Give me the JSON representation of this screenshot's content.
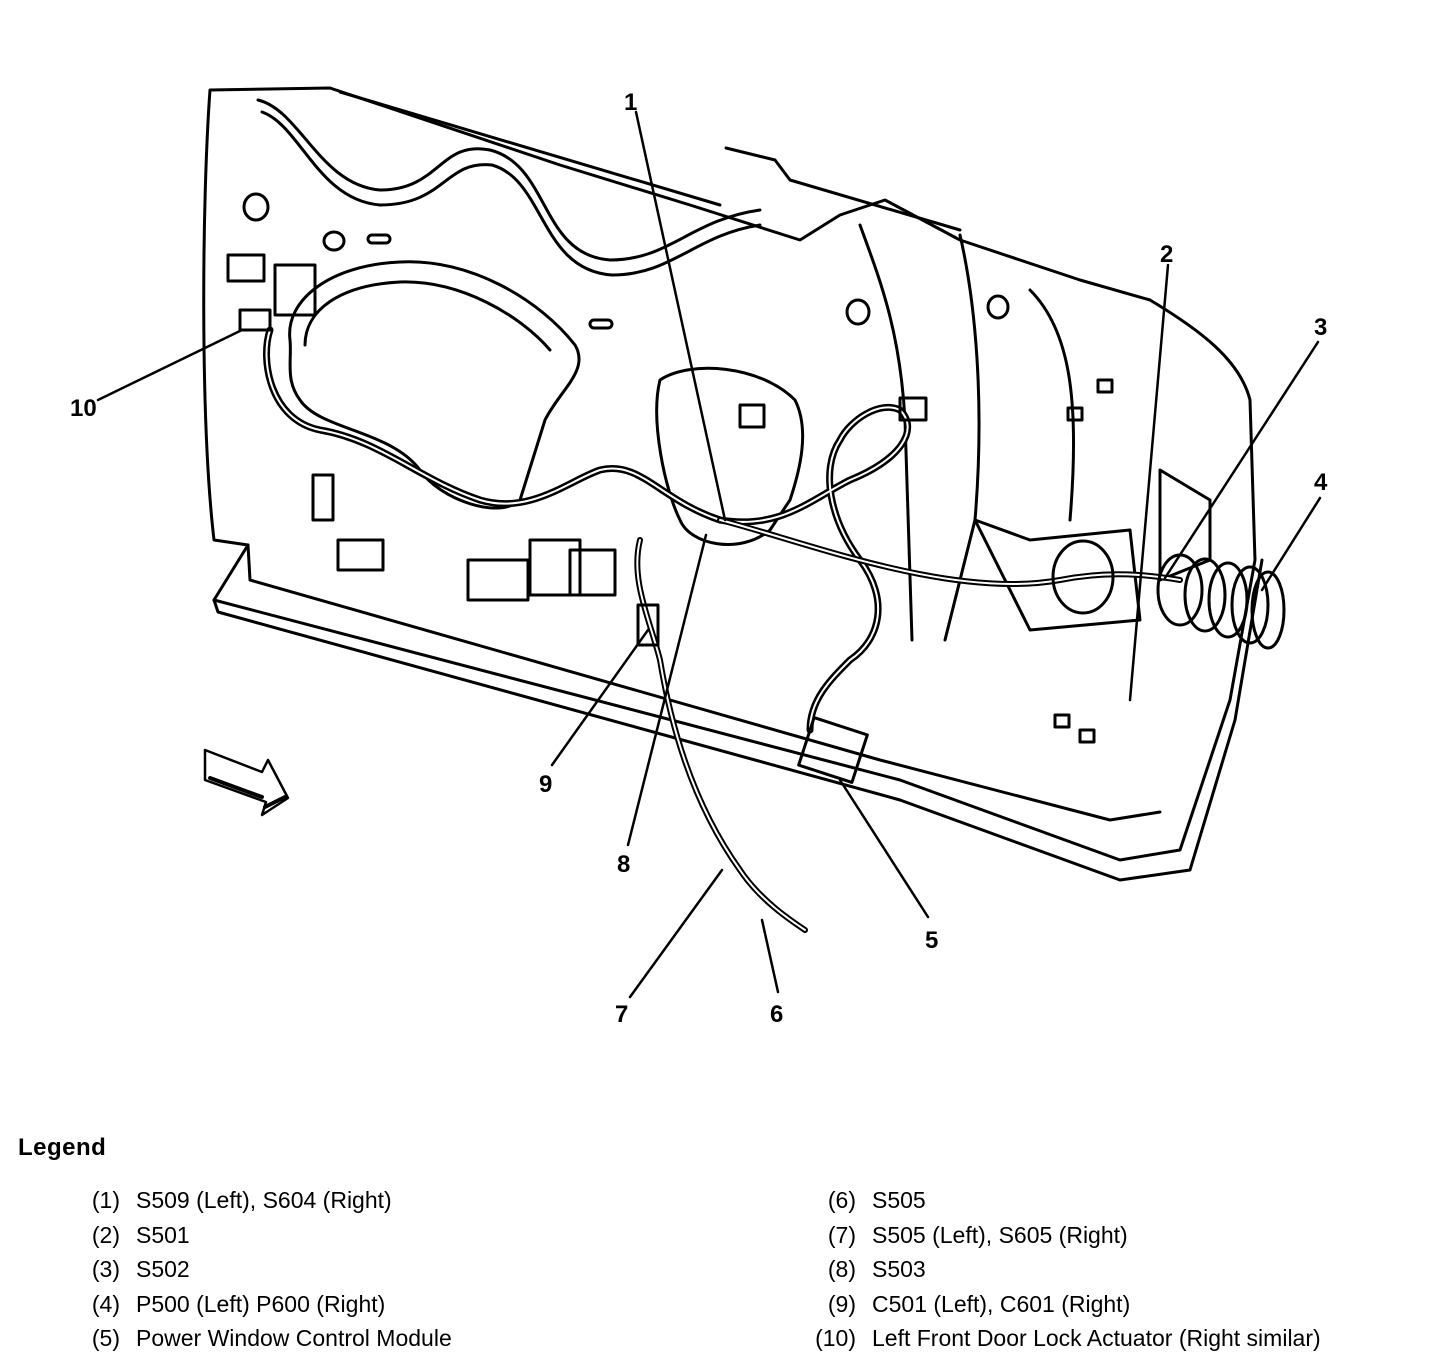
{
  "callouts": [
    "1",
    "2",
    "3",
    "4",
    "5",
    "6",
    "7",
    "8",
    "9",
    "10"
  ],
  "legend": {
    "title": "Legend",
    "items": [
      {
        "num": "(1)",
        "text": "S509 (Left), S604 (Right)"
      },
      {
        "num": "(2)",
        "text": "S501"
      },
      {
        "num": "(3)",
        "text": "S502"
      },
      {
        "num": "(4)",
        "text": "P500 (Left) P600 (Right)"
      },
      {
        "num": "(5)",
        "text": "Power Window Control Module"
      },
      {
        "num": "(6)",
        "text": "S505"
      },
      {
        "num": "(7)",
        "text": "S505 (Left), S605 (Right)"
      },
      {
        "num": "(8)",
        "text": "S503"
      },
      {
        "num": "(9)",
        "text": "C501 (Left), C601 (Right)"
      },
      {
        "num": "(10)",
        "text": "Left Front Door Lock Actuator (Right similar)"
      }
    ]
  },
  "colors": {
    "ink": "#000000",
    "paper": "#ffffff"
  }
}
